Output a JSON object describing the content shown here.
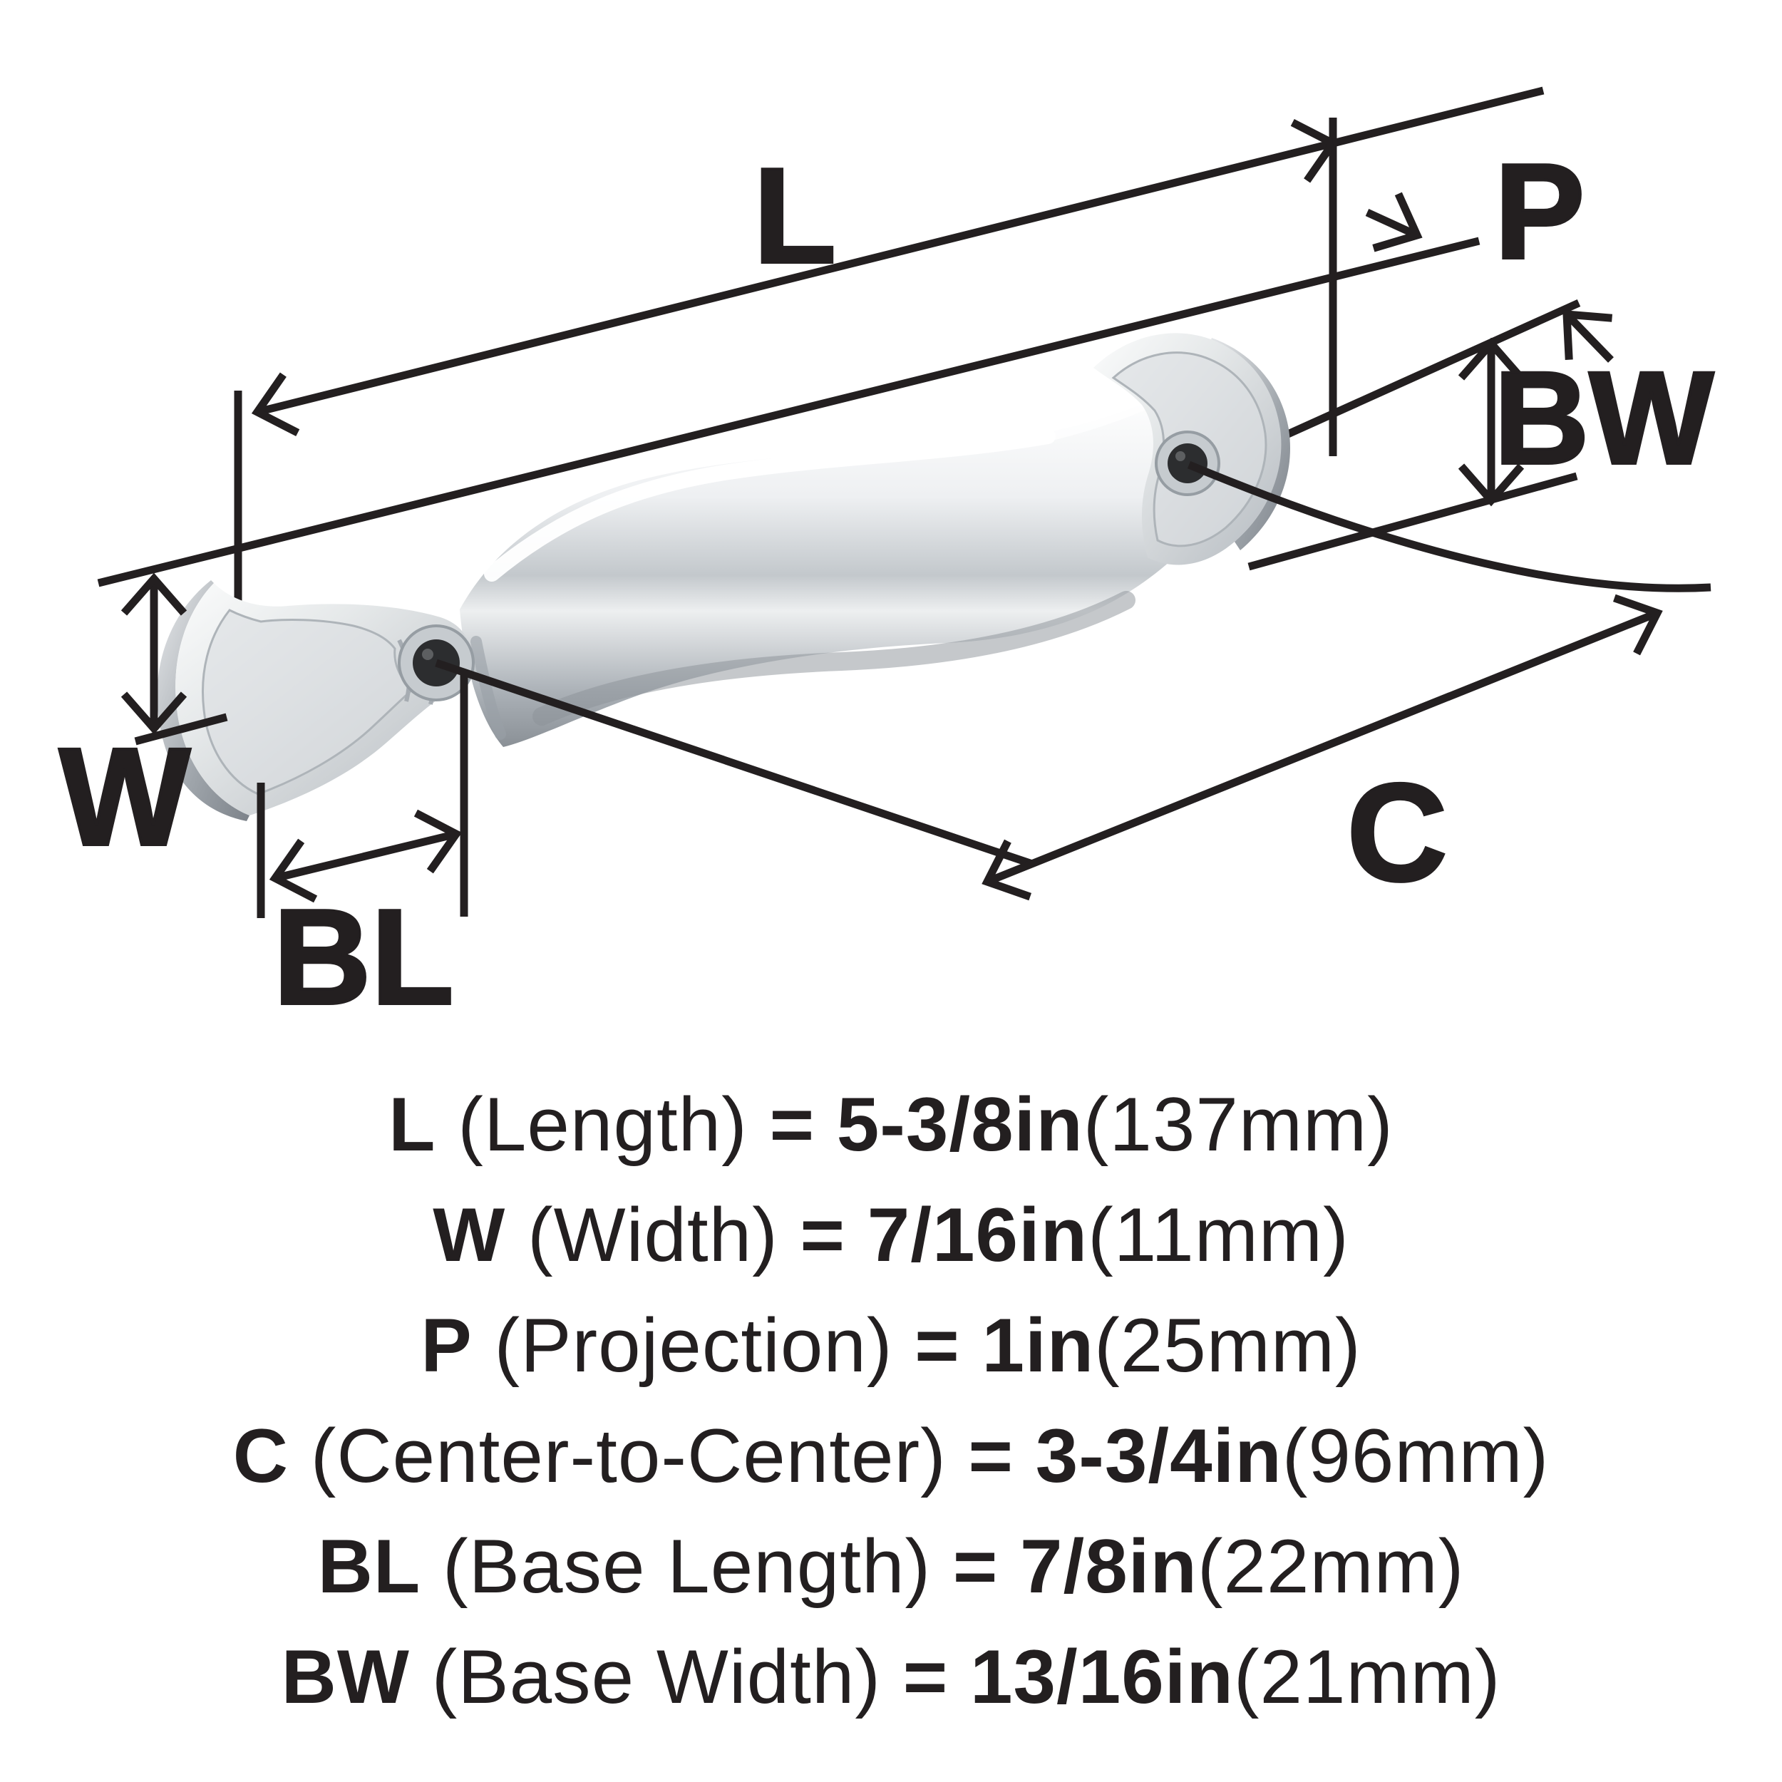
{
  "diagram": {
    "labels": {
      "l": "L",
      "p": "P",
      "bw": "BW",
      "w": "W",
      "bl": "BL",
      "c": "C"
    },
    "colors": {
      "ink": "#231f20",
      "background": "#ffffff",
      "metal_highlight": "#ffffff",
      "metal_light": "#eef0f2",
      "metal_mid": "#c3c8cc",
      "metal_dark": "#8a9096",
      "hole": "#2c2d2f"
    }
  },
  "specs": [
    {
      "sym": "L",
      "name": "(Length)",
      "val": "= 5-3/8in",
      "metric": "(137mm)"
    },
    {
      "sym": "W",
      "name": "(Width)",
      "val": "= 7/16in",
      "metric": "(11mm)"
    },
    {
      "sym": "P",
      "name": "(Projection)",
      "val": "= 1in",
      "metric": "(25mm)"
    },
    {
      "sym": "C",
      "name": "(Center-to-Center)",
      "val": "= 3-3/4in",
      "metric": "(96mm)"
    },
    {
      "sym": "BL",
      "name": "(Base Length)",
      "val": "= 7/8in",
      "metric": "(22mm)"
    },
    {
      "sym": "BW",
      "name": "(Base Width)",
      "val": "= 13/16in",
      "metric": "(21mm)"
    }
  ]
}
